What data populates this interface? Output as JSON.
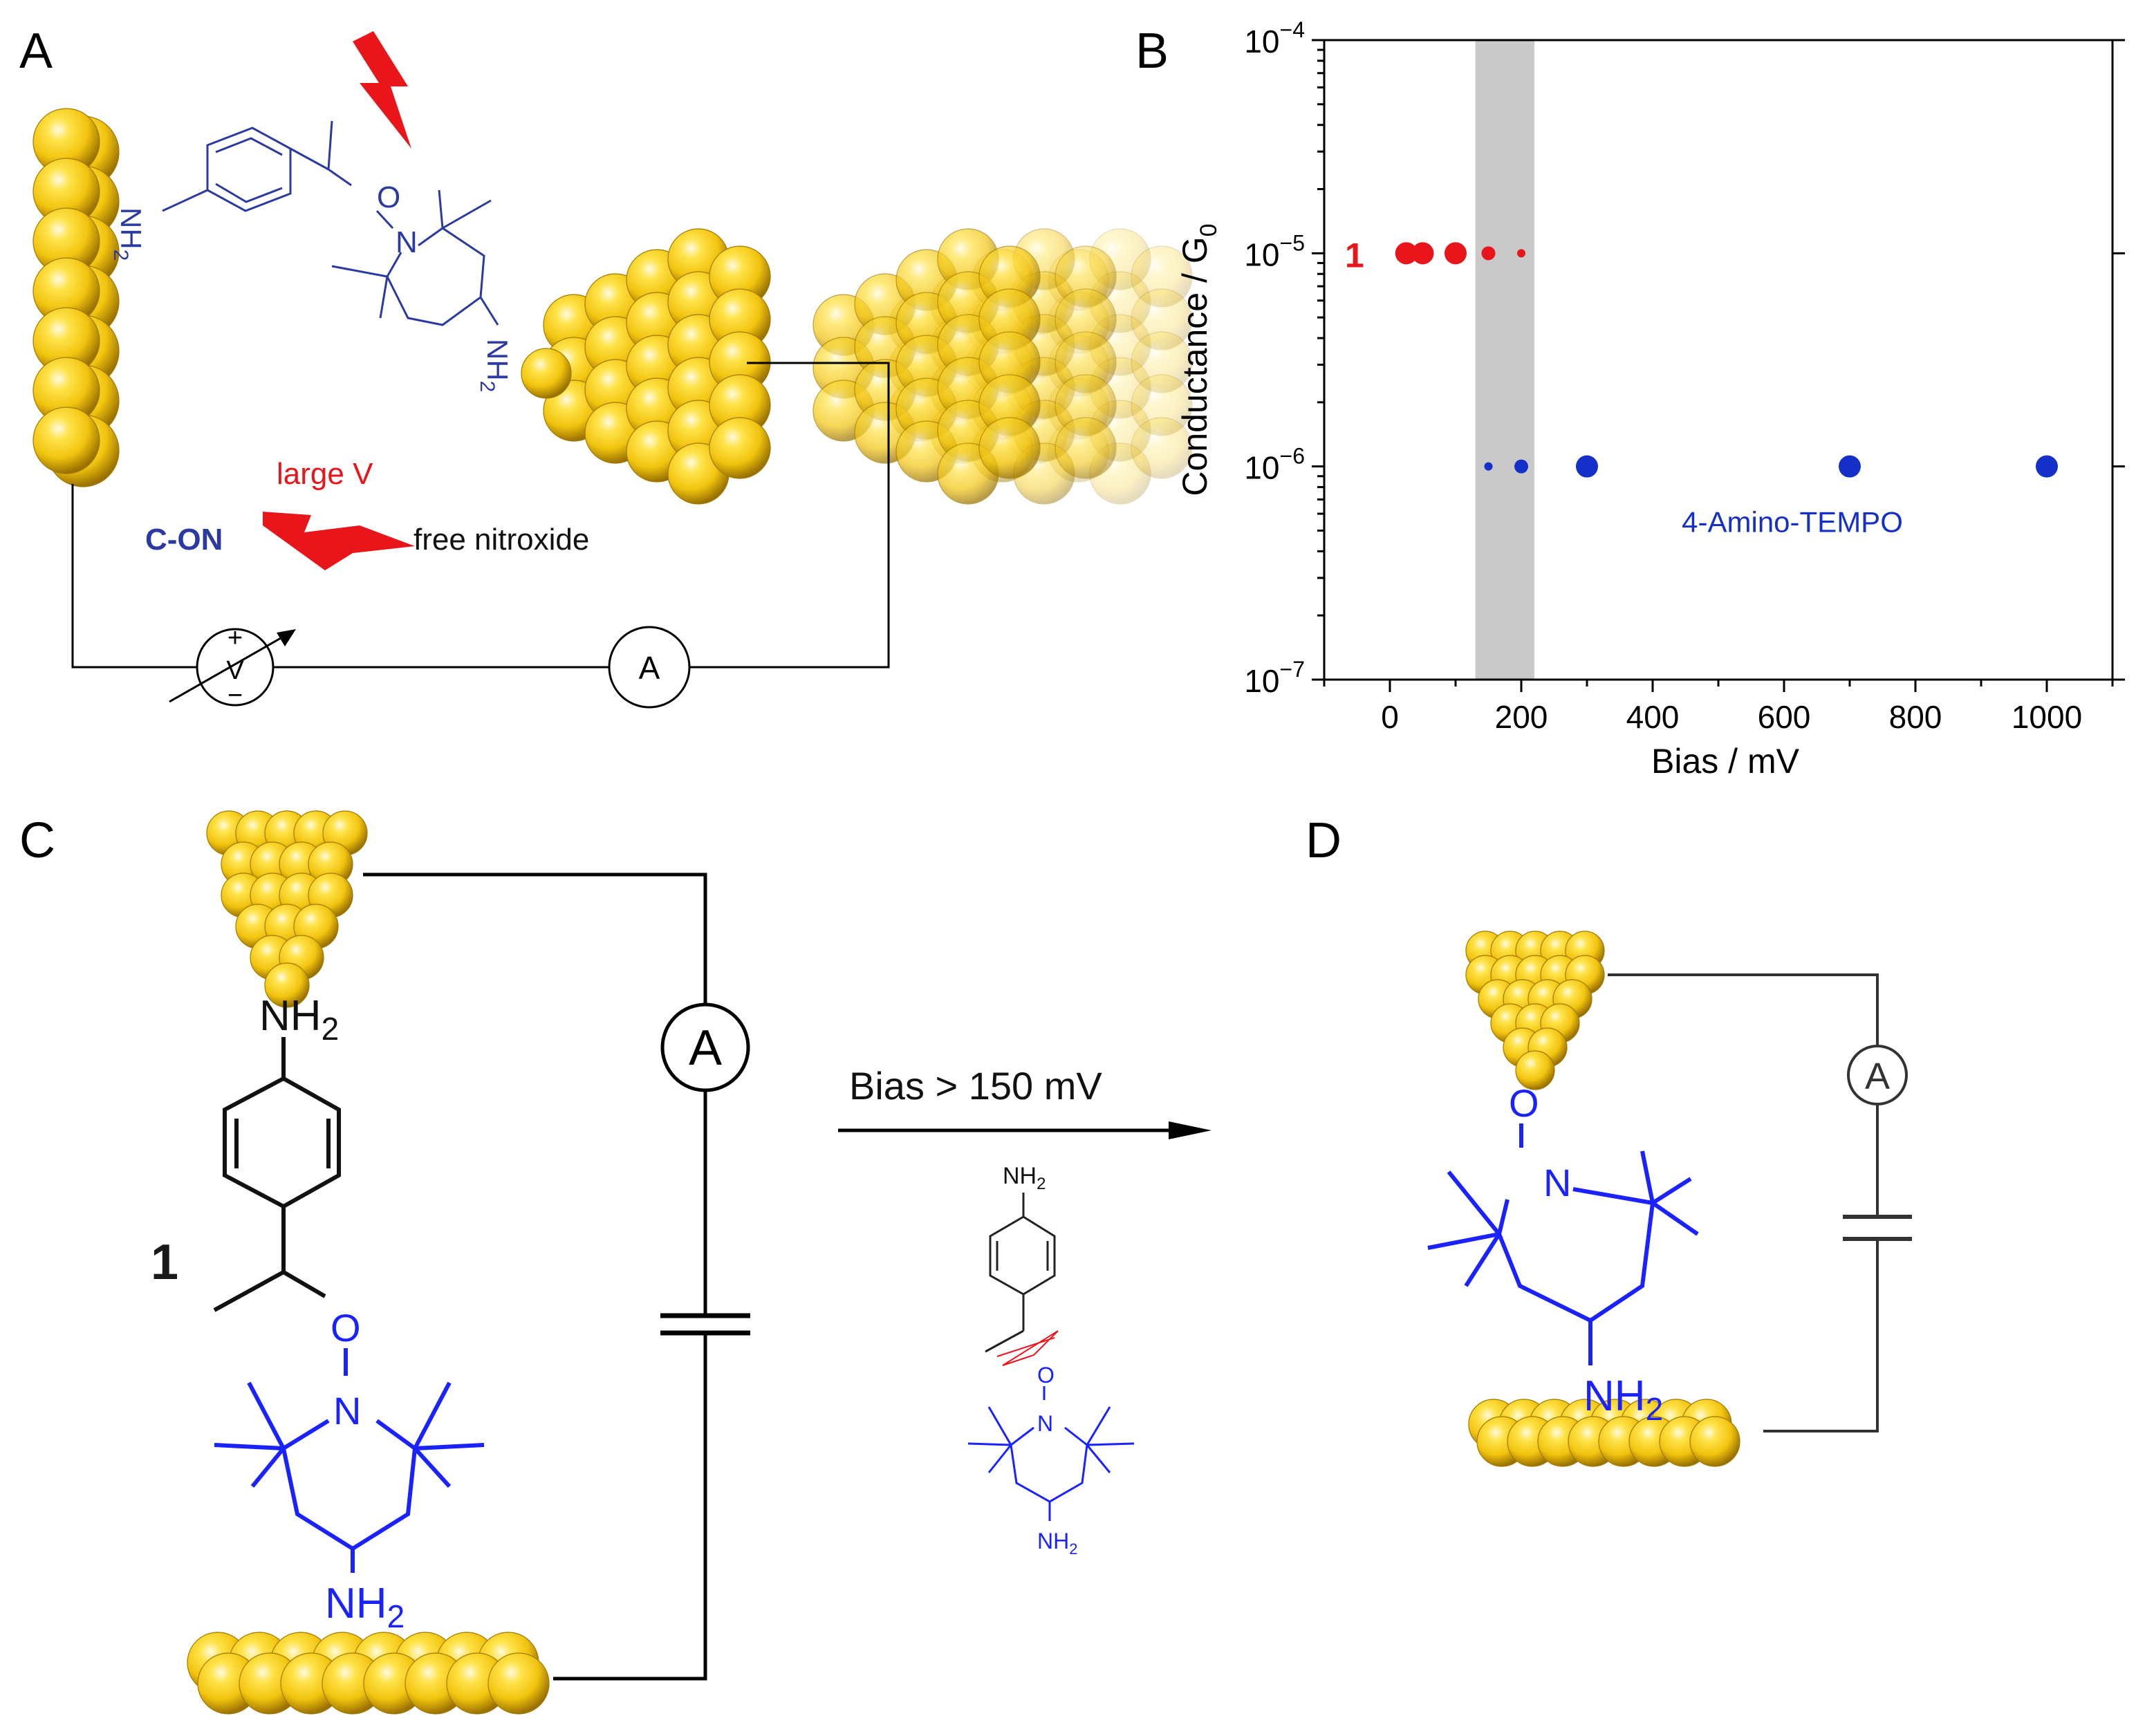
{
  "panels": {
    "a": {
      "letter": "A",
      "amine_left": "NH",
      "amine_left_sub": "2",
      "amine_right": "NH",
      "amine_right_sub": "2",
      "oxygen": "O",
      "nitrogen": "N",
      "large_v": "large V",
      "c_on": "C-ON",
      "free_nitroxide": "free nitroxide",
      "voltmeter_plus": "+",
      "voltmeter_v": "V",
      "voltmeter_minus": "−",
      "ammeter": "A"
    },
    "b": {
      "letter": "B"
    },
    "c": {
      "letter": "C",
      "nh2_top": "NH",
      "nh2_top_sub": "2",
      "oxygen": "O",
      "nitrogen": "N",
      "nh2_bottom": "NH",
      "nh2_bottom_sub": "2",
      "compound_label": "1",
      "ammeter": "A",
      "arrow_label": "Bias > 150 mV",
      "small_nh2_top": "NH",
      "small_nh2_top_sub": "2",
      "small_oxygen": "O",
      "small_nitrogen": "N",
      "small_nh2_bottom": "NH",
      "small_nh2_bottom_sub": "2"
    },
    "d": {
      "letter": "D",
      "oxygen": "O",
      "nitrogen": "N",
      "nh2": "NH",
      "nh2_sub": "2",
      "ammeter": "A"
    }
  },
  "colors": {
    "gold": "#f5cc17",
    "gold_dark": "#b88a00",
    "red": "#e8151b",
    "blue_mol": "#2b3aa0",
    "blue_bright": "#1a22ff",
    "blue_point": "#1530c8",
    "shade": "#c9c9c9"
  },
  "chart_data": {
    "type": "scatter",
    "xlabel": "Bias / mV",
    "ylabel_main": "Conductance / G",
    "ylabel_sub": "0",
    "xlim": [
      -100,
      1100
    ],
    "ylim": [
      1e-07,
      0.0001
    ],
    "log_y": true,
    "x_ticks": [
      0,
      200,
      400,
      600,
      800,
      1000
    ],
    "y_ticks": [
      {
        "value": 0.0001,
        "base": "10",
        "exp": "−4"
      },
      {
        "value": 1e-05,
        "base": "10",
        "exp": "−5"
      },
      {
        "value": 1e-06,
        "base": "10",
        "exp": "−6"
      },
      {
        "value": 1e-07,
        "base": "10",
        "exp": "−7"
      }
    ],
    "shaded_region": [
      130,
      220
    ],
    "series": [
      {
        "name": "1",
        "color": "#e8151b",
        "x": [
          25,
          50,
          100,
          150,
          200
        ],
        "y": [
          1e-05,
          1e-05,
          1e-05,
          1e-05,
          1e-05
        ],
        "size": [
          3,
          3,
          3,
          2,
          1
        ]
      },
      {
        "name": "4-Amino-TEMPO",
        "color": "#1530c8",
        "x": [
          150,
          200,
          300,
          700,
          1000
        ],
        "y": [
          1e-06,
          1e-06,
          1e-06,
          1e-06,
          1e-06
        ],
        "size": [
          1,
          2,
          3,
          3,
          3
        ]
      }
    ]
  }
}
